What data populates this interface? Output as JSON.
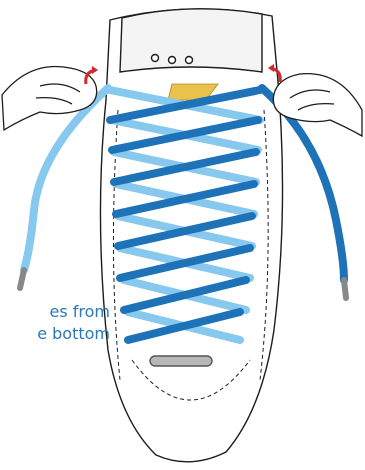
{
  "illustration": {
    "subject": "skate-boot-lacing",
    "caption_lines": [
      "es from",
      "e bottom"
    ],
    "colors": {
      "boot_fill": "#ffffff",
      "outline": "#1d1d1b",
      "lace_dark": "#1e73b8",
      "lace_light": "#86c8ee",
      "arrow": "#d9262c",
      "caption_text": "#2b78b8",
      "lace_tip": "#888888"
    }
  }
}
